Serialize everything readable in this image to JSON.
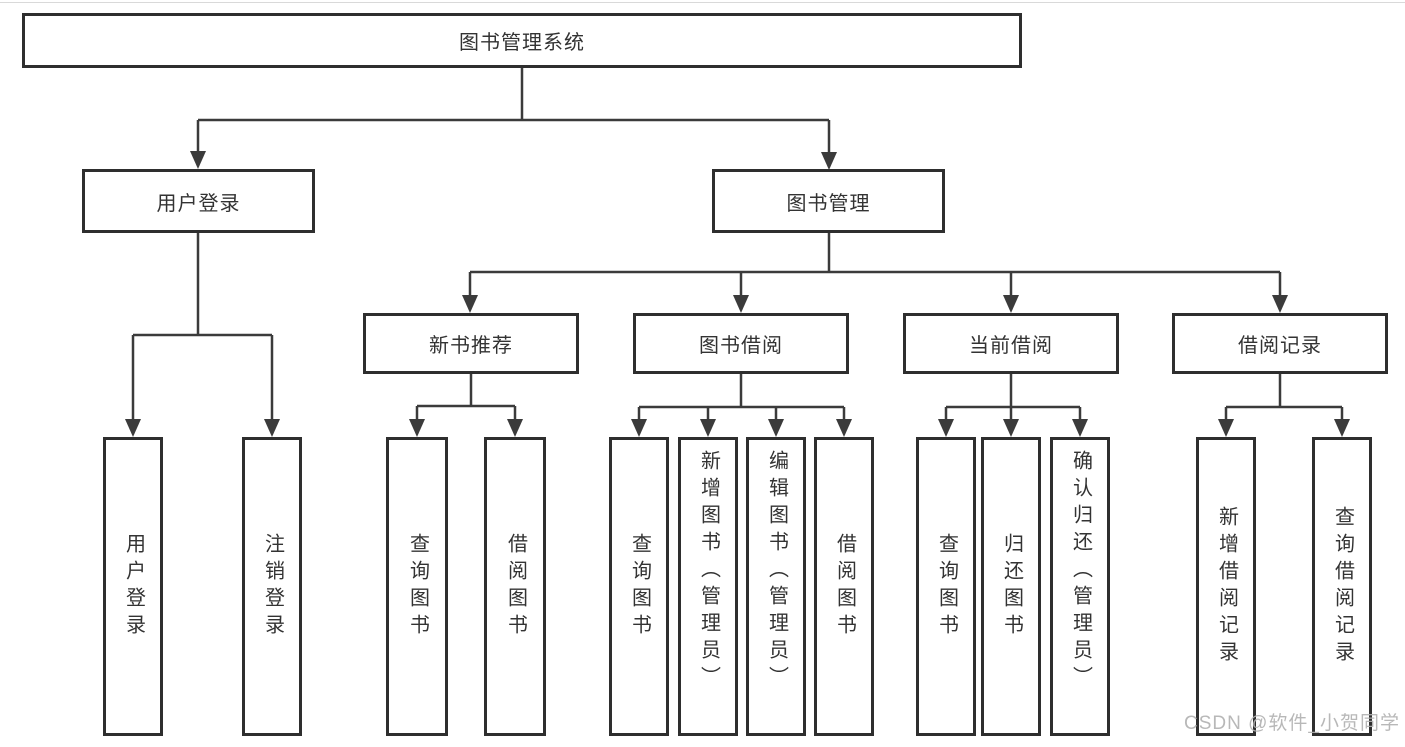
{
  "tree": {
    "root": "图书管理系统",
    "branch_login": {
      "label": "用户登录",
      "children": [
        "用户登录",
        "注销登录"
      ]
    },
    "branch_mgmt": {
      "label": "图书管理",
      "sections": [
        {
          "label": "新书推荐",
          "children": [
            "查询图书",
            "借阅图书"
          ]
        },
        {
          "label": "图书借阅",
          "children": [
            "查询图书",
            "新增图书（管理员）",
            "编辑图书（管理员）",
            "借阅图书"
          ]
        },
        {
          "label": "当前借阅",
          "children": [
            "查询图书",
            "归还图书",
            "确认归还（管理员）"
          ]
        },
        {
          "label": "借阅记录",
          "children": [
            "新增借阅记录",
            "查询借阅记录"
          ]
        }
      ]
    }
  },
  "watermark": {
    "text": "CSDN @软件_小贺同学"
  },
  "colors": {
    "line": "#3b3b3b",
    "box_border": "#2e2e2e",
    "text": "#333333",
    "watermark": "#b2b2b2",
    "background": "#ffffff"
  }
}
